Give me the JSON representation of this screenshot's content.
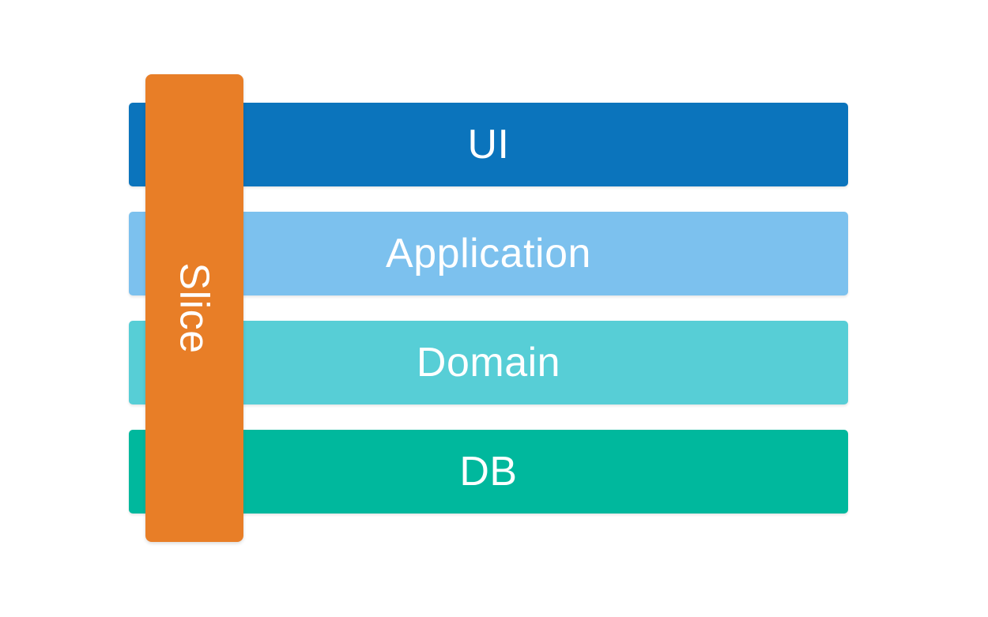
{
  "diagram": {
    "background": "#ffffff",
    "text_color": "#ffffff",
    "layers": [
      {
        "label": "UI",
        "color": "#0b74bc"
      },
      {
        "label": "Application",
        "color": "#7cc1ee"
      },
      {
        "label": "Domain",
        "color": "#57ced6"
      },
      {
        "label": "DB",
        "color": "#00b89d"
      }
    ],
    "slice": {
      "label": "Slice",
      "color": "#e87e27"
    }
  }
}
